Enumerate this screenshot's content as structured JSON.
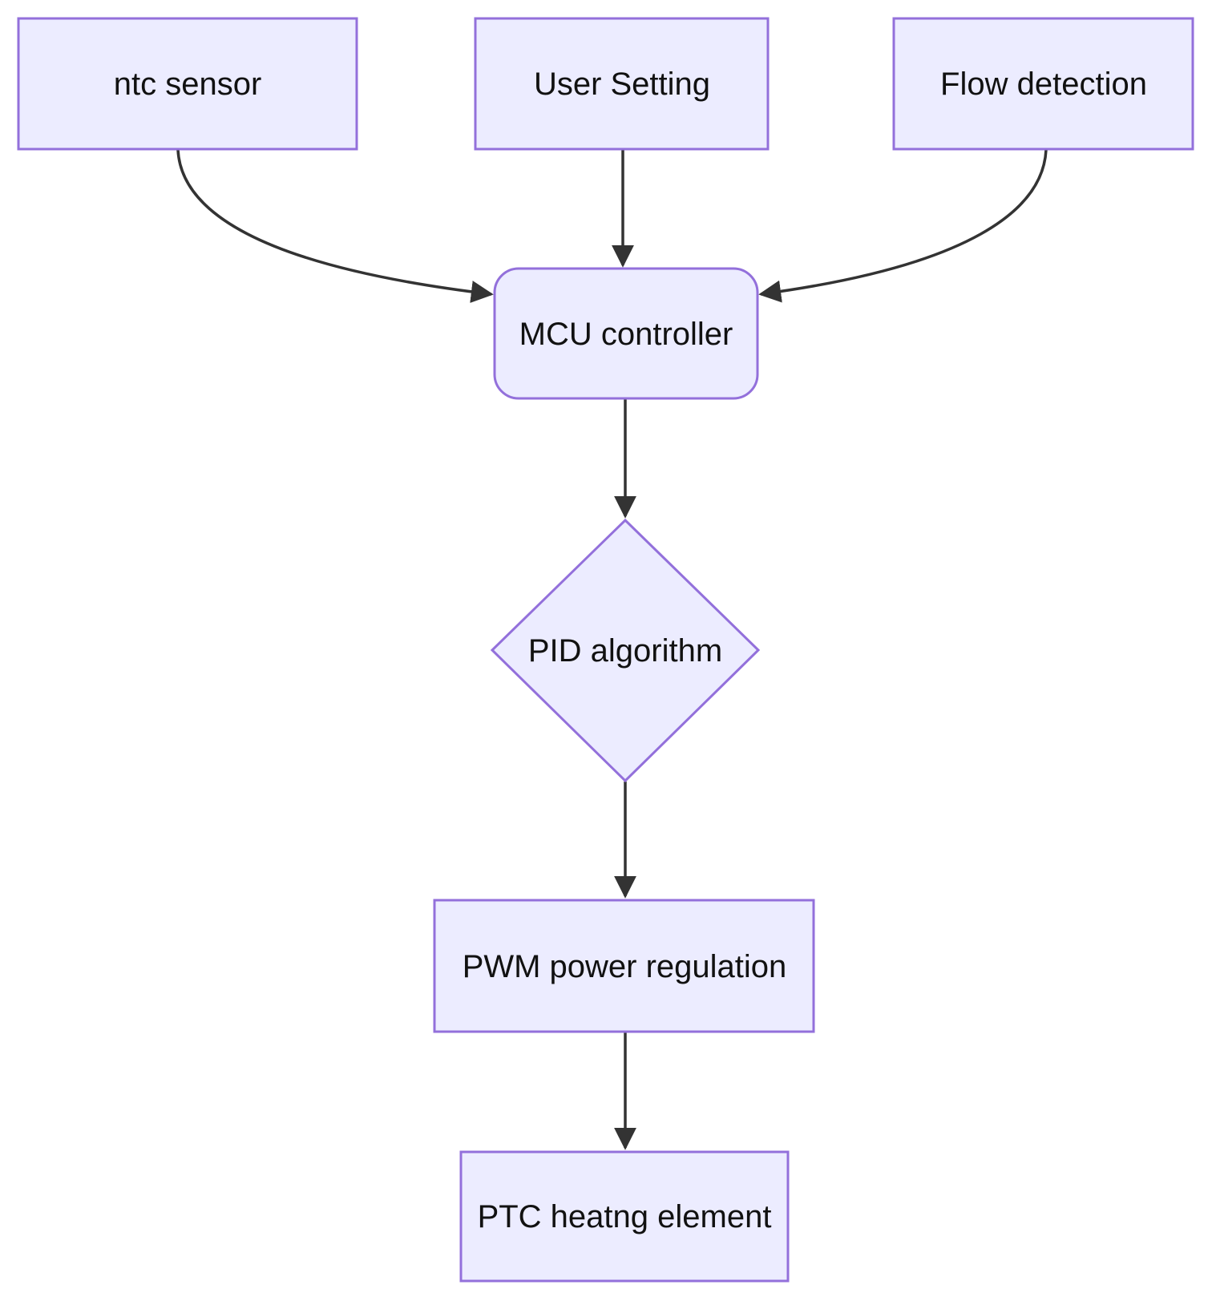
{
  "diagram": {
    "type": "flowchart",
    "direction": "top-down",
    "colors": {
      "background": "#FFFFFF",
      "node_fill": "#ECECFF",
      "node_border": "#9370DB",
      "edge": "#333333",
      "text": "#111111"
    },
    "nodes": [
      {
        "id": "ntc",
        "label": "ntc sensor",
        "shape": "rectangle"
      },
      {
        "id": "user",
        "label": "User Setting",
        "shape": "rectangle"
      },
      {
        "id": "flow",
        "label": "Flow detection",
        "shape": "rectangle"
      },
      {
        "id": "mcu",
        "label": "MCU controller",
        "shape": "rounded-rectangle"
      },
      {
        "id": "pid",
        "label": "PID algorithm",
        "shape": "diamond"
      },
      {
        "id": "pwm",
        "label": "PWM power regulation",
        "shape": "rectangle"
      },
      {
        "id": "ptc",
        "label": "PTC heatng element",
        "shape": "rectangle"
      }
    ],
    "edges": [
      {
        "from": "ntc",
        "to": "mcu"
      },
      {
        "from": "user",
        "to": "mcu"
      },
      {
        "from": "flow",
        "to": "mcu"
      },
      {
        "from": "mcu",
        "to": "pid"
      },
      {
        "from": "pid",
        "to": "pwm"
      },
      {
        "from": "pwm",
        "to": "ptc"
      }
    ]
  }
}
